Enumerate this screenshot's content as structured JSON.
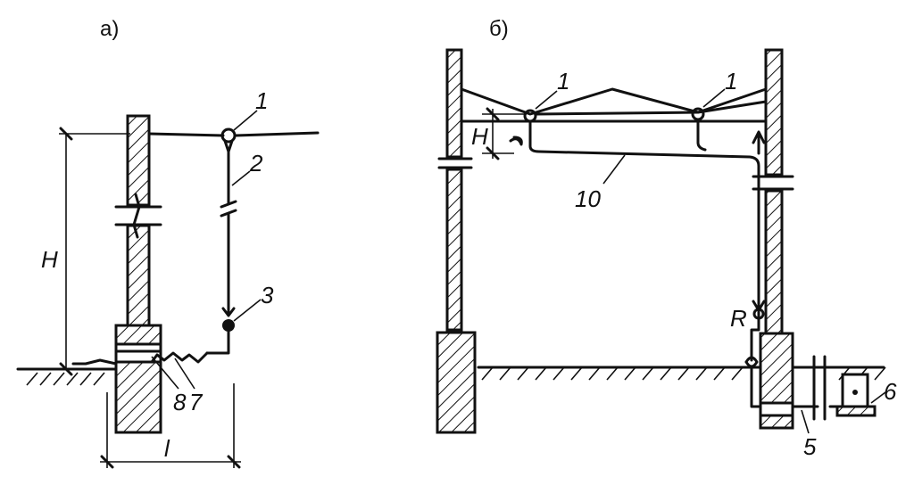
{
  "panels": {
    "a": {
      "label": "а)"
    },
    "b": {
      "label": "б)"
    }
  },
  "labels_a": {
    "pos_1": "1",
    "pos_2": "2",
    "pos_3": "3",
    "pos_8": "8",
    "pos_7": "7",
    "dim_h": "H",
    "dim_l": "l"
  },
  "labels_b": {
    "pos_1_left": "1",
    "pos_1_right": "1",
    "pos_10": "10",
    "pos_r": "R",
    "pos_5": "5",
    "pos_6": "6",
    "dim_h": "H"
  }
}
